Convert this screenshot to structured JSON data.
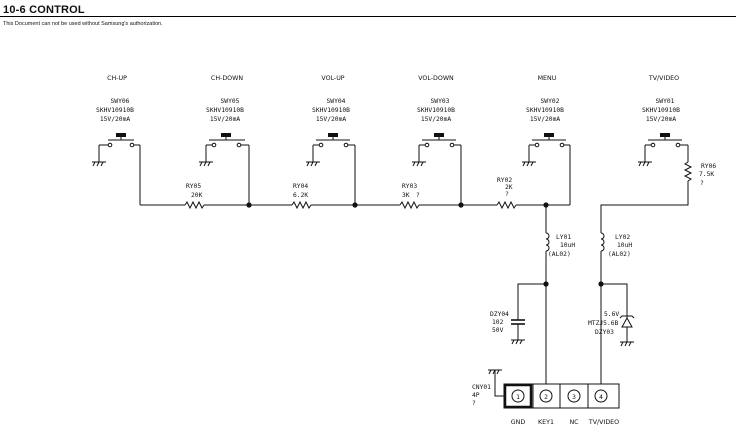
{
  "header": {
    "title": "10-6 CONTROL",
    "notice": "This Document can not be used without Samsung's authorization."
  },
  "switches": [
    {
      "function": "CH-UP",
      "ref": "SWY06",
      "part": "SKHV10910B",
      "rating": "15V/20mA"
    },
    {
      "function": "CH-DOWN",
      "ref": "SWY05",
      "part": "SKHV10910B",
      "rating": "15V/20mA"
    },
    {
      "function": "VOL-UP",
      "ref": "SWY04",
      "part": "SKHV10910B",
      "rating": "15V/20mA"
    },
    {
      "function": "VOL-DOWN",
      "ref": "SWY03",
      "part": "SKHV10910B",
      "rating": "15V/20mA"
    },
    {
      "function": "MENU",
      "ref": "SWY02",
      "part": "SKHV10910B",
      "rating": "15V/20mA"
    },
    {
      "function": "TV/VIDEO",
      "ref": "SWY01",
      "part": "SKHV10910B",
      "rating": "15V/20mA"
    }
  ],
  "resistors": [
    {
      "ref": "RY05",
      "value": "20K",
      "mark": ""
    },
    {
      "ref": "RY04",
      "value": "6.2K",
      "mark": ""
    },
    {
      "ref": "RY03",
      "value": "3K",
      "mark": "?"
    },
    {
      "ref": "RY02",
      "value": "2K",
      "mark": "?"
    },
    {
      "ref": "RY06",
      "value": "7.5K",
      "mark": "?"
    }
  ],
  "inductors": [
    {
      "ref": "LY01",
      "value": "10uH",
      "part": "(AL02)"
    },
    {
      "ref": "LY02",
      "value": "10uH",
      "part": "(AL02)"
    }
  ],
  "capacitor": {
    "ref": "DZY04",
    "code": "102",
    "voltage": "50V"
  },
  "zener": {
    "voltage": "5.6V",
    "part": "MTZJ5.6B",
    "ref": "DZY03"
  },
  "connector": {
    "ref": "CNY01",
    "pins_label": "4P",
    "mark": "?",
    "pins": [
      {
        "num": "1",
        "name": "GND"
      },
      {
        "num": "2",
        "name": "KEY1"
      },
      {
        "num": "3",
        "name": "NC"
      },
      {
        "num": "4",
        "name": "TV/VIDEO"
      }
    ]
  }
}
